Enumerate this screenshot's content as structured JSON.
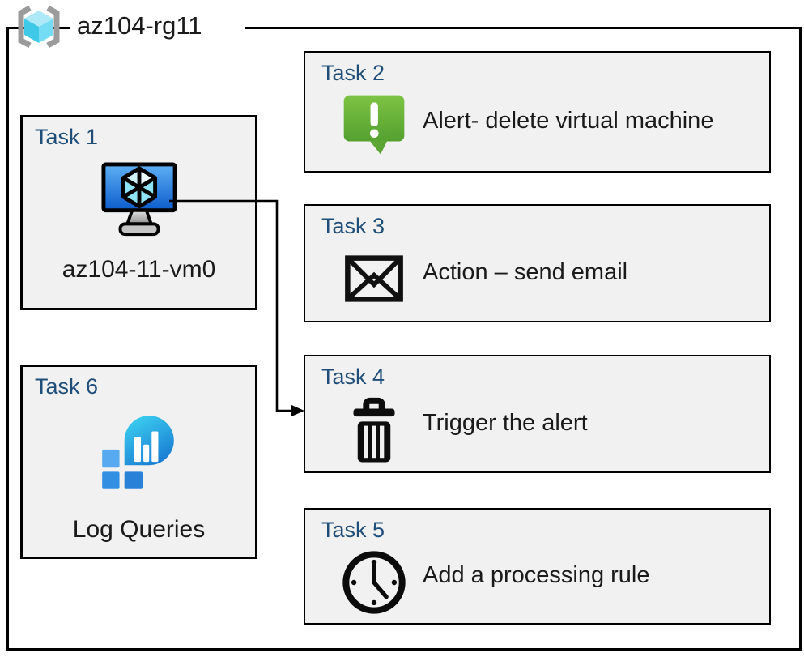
{
  "resource_group": {
    "label": "az104-rg11",
    "icon": "resource-group-icon"
  },
  "tasks": {
    "task1": {
      "heading": "Task 1",
      "label": "az104-11-vm0",
      "icon": "virtual-machine-icon"
    },
    "task2": {
      "heading": "Task 2",
      "label": "Alert- delete virtual machine",
      "icon": "alert-icon"
    },
    "task3": {
      "heading": "Task 3",
      "label": "Action – send email",
      "icon": "email-icon"
    },
    "task4": {
      "heading": "Task 4",
      "label": "Trigger the alert",
      "icon": "trash-icon"
    },
    "task5": {
      "heading": "Task 5",
      "label": "Add a processing rule",
      "icon": "clock-icon"
    },
    "task6": {
      "heading": "Task 6",
      "label": "Log Queries",
      "icon": "log-analytics-icon"
    }
  },
  "connector": {
    "from": "task1",
    "to": "task4"
  },
  "colors": {
    "heading_text": "#1F4E79",
    "body_text": "#1A1A1A",
    "box_fill": "#F1F1F1",
    "border": "#000000",
    "alert_green": "#6CBE45",
    "vm_screen_blue": "#2B7DE0",
    "cube_cyan": "#50E6FF",
    "bracket_gray": "#9B9B9B",
    "log_teal": "#29C5F0",
    "log_square_blue": "#2E86DD"
  }
}
